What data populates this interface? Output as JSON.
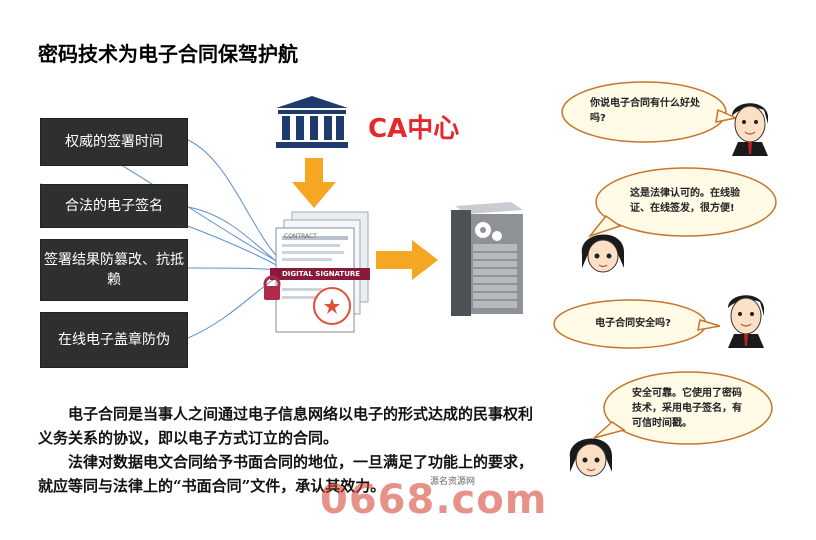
{
  "title": "密码技术为电子合同保驾护航",
  "features": [
    "权威的签署时间",
    "合法的电子签名",
    "签署结果防篡改、抗抵赖",
    "在线电子盖章防伪"
  ],
  "ca_label": "CA中心",
  "contract": {
    "header": "CONTRACT",
    "banner": "DIGITAL SIGNATURE"
  },
  "paragraphs": [
    "电子合同是当事人之间通过电子信息网络以电子的形式达成的民事权利义务关系的协议，即以电子方式订立的合同。",
    "法律对数据电文合同给予书面合同的地位，一旦满足了功能上的要求，就应等同与法律上的“书面合同”文件，承认其效力。"
  ],
  "bubbles": [
    "你说电子合同有什么好处吗?",
    "这是法律认可的。在线验证、在线签发，很方便!",
    "电子合同安全吗?",
    "安全可靠。它使用了密码技术，采用电子签名，有可信时间戳。"
  ],
  "watermark": {
    "text": "0668.com",
    "sub": "源名资源网"
  },
  "colors": {
    "arrow": "#f5a623",
    "feature_bg": "#2f2f2f",
    "ca_red": "#e8272a",
    "bank": "#1e3a6e"
  }
}
